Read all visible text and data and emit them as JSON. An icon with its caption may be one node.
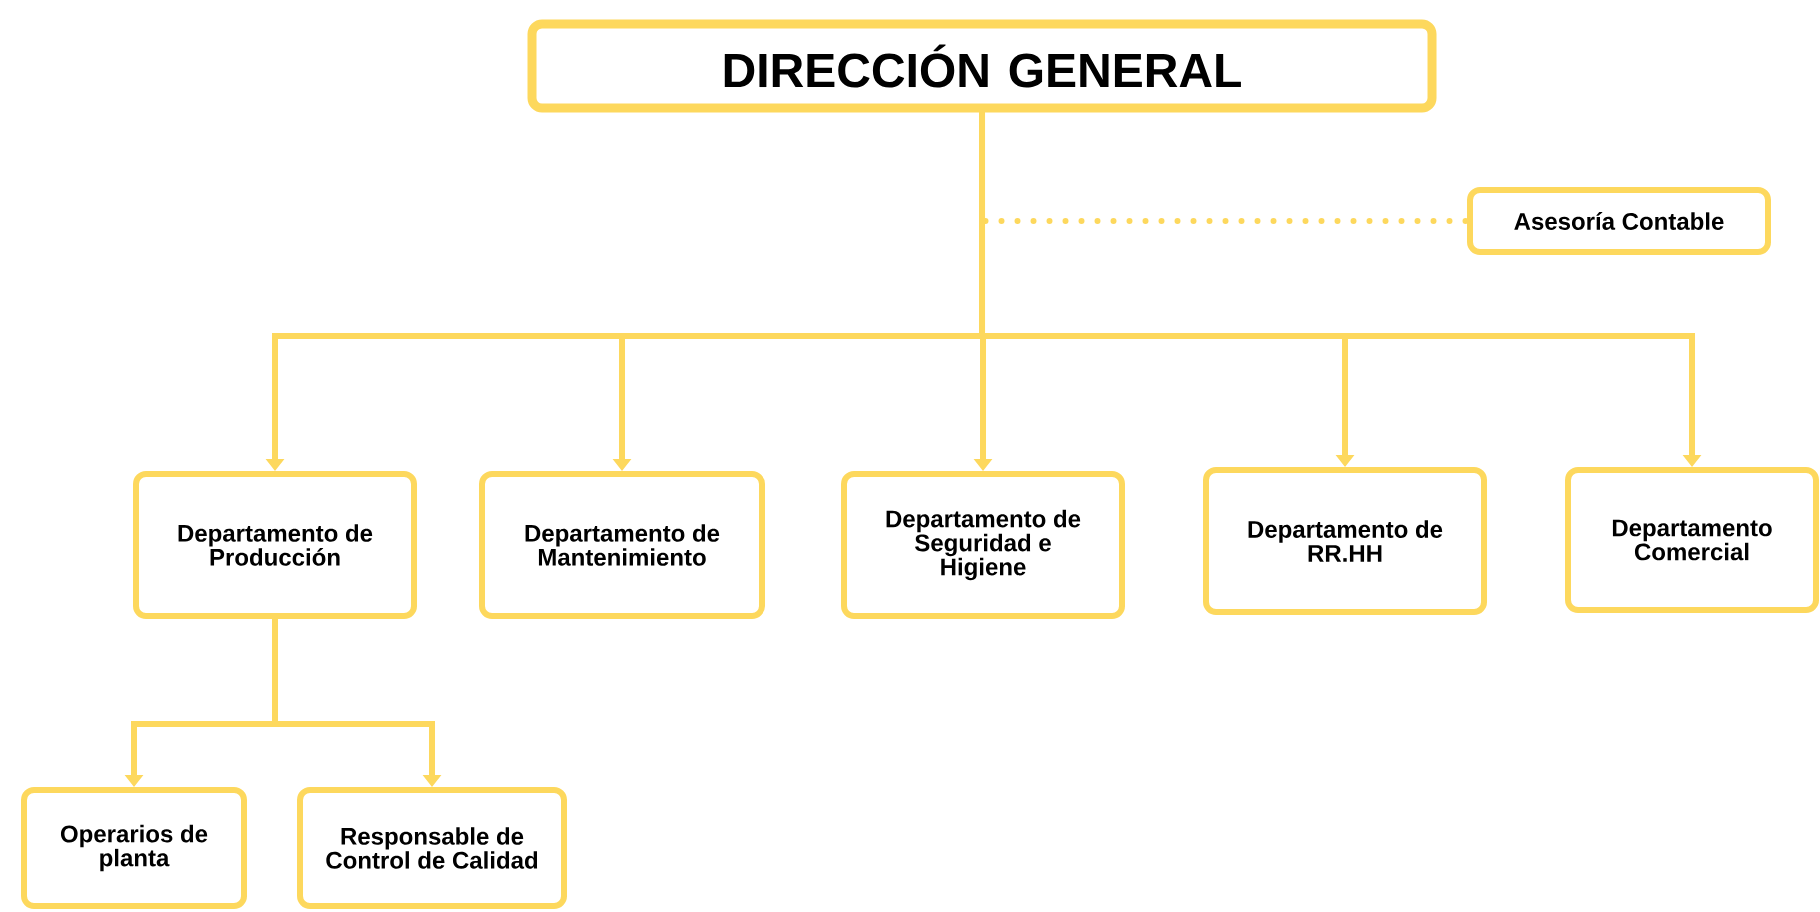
{
  "diagram": {
    "nodes": [
      {
        "text": [
          "DIRECCIÓN GENERAL"
        ]
      },
      {
        "text": [
          "Asesoría Contable"
        ]
      },
      {
        "text": [
          "Departamento de Producción"
        ]
      },
      {
        "text": [
          "Departamento de Mantenimiento"
        ]
      },
      {
        "text": [
          "Departamento de Seguridad e Higiene"
        ]
      },
      {
        "text": [
          "Departamento de RR.HH"
        ]
      },
      {
        "text": [
          "Departamento Comercial"
        ]
      },
      {
        "text": [
          "Operarios de planta"
        ]
      },
      {
        "text": [
          "Responsable de Control de Calidad"
        ]
      }
    ],
    "edges": [
      {
        "from": 0,
        "to": 1,
        "arrow": "none",
        "style": "dashed"
      },
      {
        "from": 0,
        "to": 2,
        "arrow": "to"
      },
      {
        "from": 0,
        "to": 3,
        "arrow": "to"
      },
      {
        "from": 0,
        "to": 4,
        "arrow": "to"
      },
      {
        "from": 0,
        "to": 5,
        "arrow": "to"
      },
      {
        "from": 0,
        "to": 6,
        "arrow": "to"
      },
      {
        "from": 2,
        "to": 7,
        "arrow": "to"
      },
      {
        "from": 2,
        "to": 8,
        "arrow": "to"
      }
    ]
  }
}
